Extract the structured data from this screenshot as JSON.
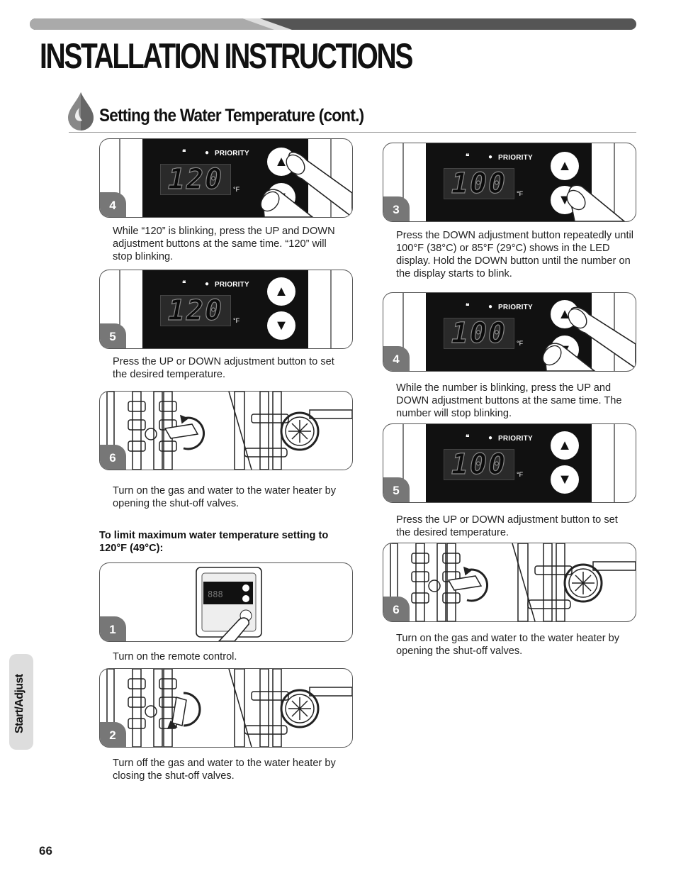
{
  "header": {
    "title": "INSTALLATION INSTRUCTIONS",
    "section_title": "Setting the Water Temperature (cont.)"
  },
  "display": {
    "priority_label": "PRIORITY",
    "unit": "°F",
    "up_arrow": "▲",
    "down_arrow": "▼"
  },
  "left_column": {
    "steps": [
      {
        "number": "4",
        "image": "led-display-both-buttons-pressed",
        "reading": "120",
        "caption": "While “120” is blinking, press the UP and DOWN adjustment buttons at the same time. “120” will stop blinking."
      },
      {
        "number": "5",
        "image": "led-display",
        "reading": "120",
        "caption": "Press the UP or DOWN adjustment button to set the desired temperature."
      },
      {
        "number": "6",
        "image": "valves-open",
        "caption": "Turn on the gas and water to the water heater by opening the shut-off valves."
      }
    ],
    "subheading": "To limit maximum water temperature setting to 120°F (49°C):",
    "limit_steps": [
      {
        "number": "1",
        "image": "remote-control-power-press",
        "remote_reading": "888",
        "caption": "Turn on the remote control."
      },
      {
        "number": "2",
        "image": "valves-closed",
        "caption": "Turn off the gas and water to the water heater by closing the shut-off valves."
      }
    ]
  },
  "right_column": {
    "steps": [
      {
        "number": "3",
        "image": "led-display-down-pressed",
        "reading": "100",
        "caption": "Press the DOWN adjustment button repeatedly until 100°F (38°C) or 85°F (29°C) shows in the LED display. Hold the DOWN button until the number on the display starts to blink."
      },
      {
        "number": "4",
        "image": "led-display-both-buttons-pressed",
        "reading": "100",
        "caption": "While the number is blinking, press the UP and DOWN adjustment buttons at the same time. The number will stop blinking."
      },
      {
        "number": "5",
        "image": "led-display",
        "reading": "100",
        "caption": "Press the UP or DOWN adjustment button to set the desired temperature."
      },
      {
        "number": "6",
        "image": "valves-open",
        "caption": "Turn on the gas and water to the water heater by opening the shut-off valves."
      }
    ]
  },
  "side_tab": {
    "label": "Start/Adjust"
  },
  "footer": {
    "page_number": "66"
  },
  "colors": {
    "step_badge": "#777777",
    "display_bg": "#111111",
    "tab_bg": "#dddddd",
    "top_bar": "#555555"
  }
}
